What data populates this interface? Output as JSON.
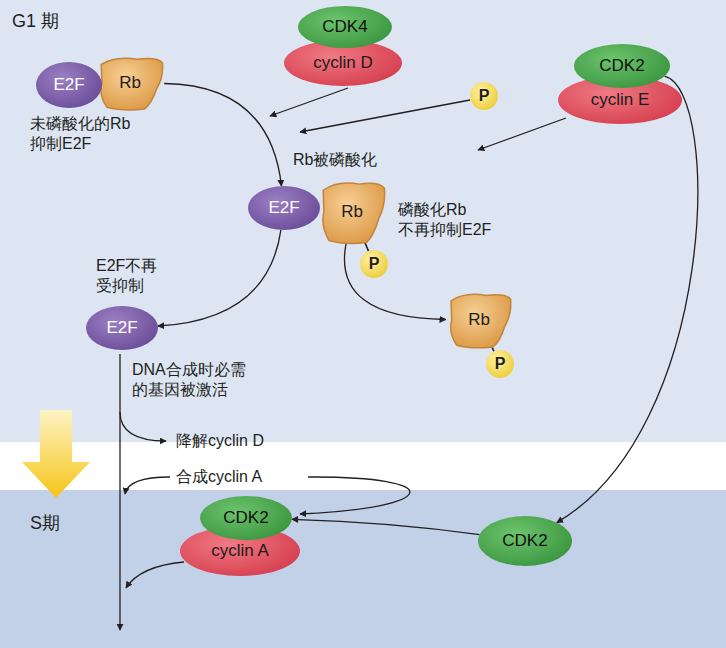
{
  "diagram": {
    "nodes": [
      {
        "text": [
          "E2F"
        ]
      },
      {
        "text": [
          "Rb"
        ]
      },
      {
        "text": [
          "CDK4"
        ]
      },
      {
        "text": [
          "cyclin D"
        ]
      },
      {
        "text": [
          "P"
        ]
      },
      {
        "text": [
          "CDK2"
        ]
      },
      {
        "text": [
          "cyclin E"
        ]
      },
      {
        "text": [
          "E2F"
        ]
      },
      {
        "text": [
          "Rb"
        ]
      },
      {
        "text": [
          "P"
        ]
      },
      {
        "text": [
          "E2F"
        ]
      },
      {
        "text": [
          "Rb"
        ]
      },
      {
        "text": [
          "P"
        ]
      },
      {
        "text": [
          "CDK2"
        ]
      },
      {
        "text": [
          "cyclin A"
        ]
      },
      {
        "text": [
          "CDK2"
        ]
      }
    ],
    "edges": [
      {
        "from": 1,
        "to": 7,
        "arrow": "to"
      },
      {
        "from": 7,
        "to": 10,
        "arrow": "to"
      },
      {
        "from": 8,
        "to": 11,
        "arrow": "to"
      },
      {
        "from": 8,
        "to": 9,
        "arrow": "none"
      },
      {
        "from": 11,
        "to": 12,
        "arrow": "none"
      },
      {
        "from": 5,
        "to": 15,
        "arrow": "to"
      },
      {
        "from": 15,
        "to": 13,
        "arrow": "to"
      }
    ],
    "labels": [
      "G1 期",
      "未磷酸化的Rb 抑制E2F",
      "Rb被磷酸化",
      "磷酸化Rb 不再抑制E2F",
      "E2F不再 受抑制",
      "DNA合成时必需 的基因被激活",
      "降解cyclin D",
      "合成cyclin A",
      "S期"
    ]
  }
}
